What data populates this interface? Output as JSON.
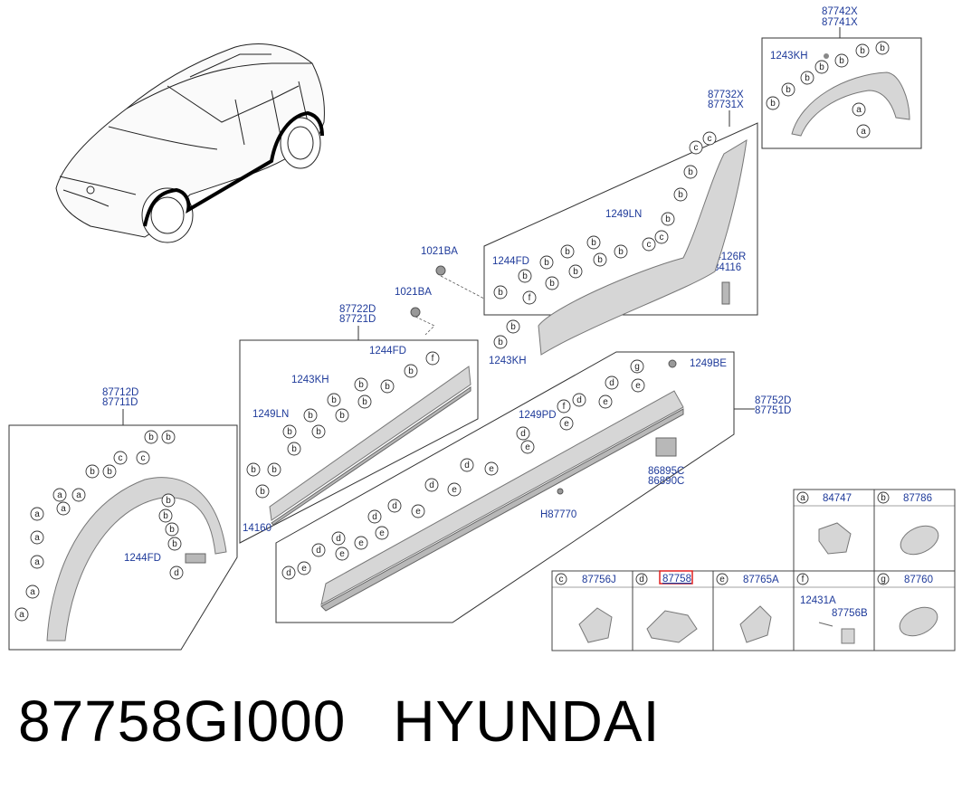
{
  "caption": {
    "part_number": "87758GI000",
    "brand": "HYUNDAI"
  },
  "labels": {
    "p87742x": "87742X",
    "p87741x": "87741X",
    "p1243kh_top": "1243KH",
    "p87732x": "87732X",
    "p87731x": "87731X",
    "p1249ln_top": "1249LN",
    "p1244fd_mid": "1244FD",
    "p84126r": "84126R",
    "p84116": "84116",
    "p1243kh_mid": "1243KH",
    "p1021ba_a": "1021BA",
    "p1021ba_b": "1021BA",
    "p87722d": "87722D",
    "p87721d": "87721D",
    "p1244fd_l": "1244FD",
    "p1243kh_l": "1243KH",
    "p1249ln_l": "1249LN",
    "p14160": "14160",
    "p87712d": "87712D",
    "p87711d": "87711D",
    "p1244fd_arch": "1244FD",
    "p1249be": "1249BE",
    "p87752d": "87752D",
    "p87751d": "87751D",
    "p1249pd": "1249PD",
    "p86895c": "86895C",
    "p86890c": "86890C",
    "pH87770": "H87770"
  },
  "legend": [
    {
      "letter": "a",
      "part": "84747"
    },
    {
      "letter": "b",
      "part": "87786"
    },
    {
      "letter": "c",
      "part": "87756J"
    },
    {
      "letter": "d",
      "part": "87758",
      "highlighted": true,
      "highlight_color": "#e02020"
    },
    {
      "letter": "e",
      "part": "87765A"
    },
    {
      "letter": "f",
      "part": "12431A",
      "part2": "87756B"
    },
    {
      "letter": "g",
      "part": "87760"
    }
  ],
  "colors": {
    "part_number_text": "#1e3a9a",
    "highlight": "#e02020"
  }
}
